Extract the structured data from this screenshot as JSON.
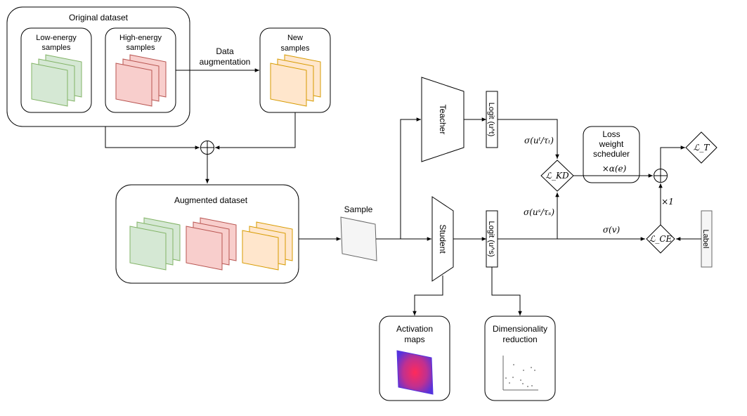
{
  "nodes": {
    "original_dataset": "Original dataset",
    "low_energy": [
      "Low-energy",
      "samples"
    ],
    "high_energy": [
      "High-energy",
      "samples"
    ],
    "data_augmentation": [
      "Data",
      "augmentation"
    ],
    "new_samples": [
      "New",
      "samples"
    ],
    "augmented_dataset": "Augmented dataset",
    "sample": "Sample",
    "teacher": "Teacher",
    "student": "Student",
    "logit_teacher": "Logit (u^t)",
    "logit_student": "Logit (u^s)",
    "loss_weight_scheduler": [
      "Loss",
      "weight",
      "scheduler"
    ],
    "label": "Label",
    "activation_maps": [
      "Activation",
      "maps"
    ],
    "dimensionality_reduction": [
      "Dimensionality",
      "reduction"
    ]
  },
  "math": {
    "sigma_teacher": "σ(uᵗ/τₜ)",
    "sigma_student": "σ(uˢ/τₛ)",
    "sigma_v": "σ(v)",
    "loss_kd": "ℒ_KD",
    "loss_ce": "ℒ_CE",
    "loss_total": "ℒ_T",
    "times_alpha": "×α(e)",
    "times_one": "×1"
  },
  "colors": {
    "green_fill": "#d5e8d4",
    "green_stroke": "#82b366",
    "red_fill": "#f8cecc",
    "red_stroke": "#b85450",
    "orange_fill": "#ffe6cc",
    "orange_stroke": "#d79b00",
    "grey_fill": "#f5f5f5",
    "grey_stroke": "#666666",
    "heat_center": "#ff2a5a",
    "heat_edge": "#5533dd"
  }
}
